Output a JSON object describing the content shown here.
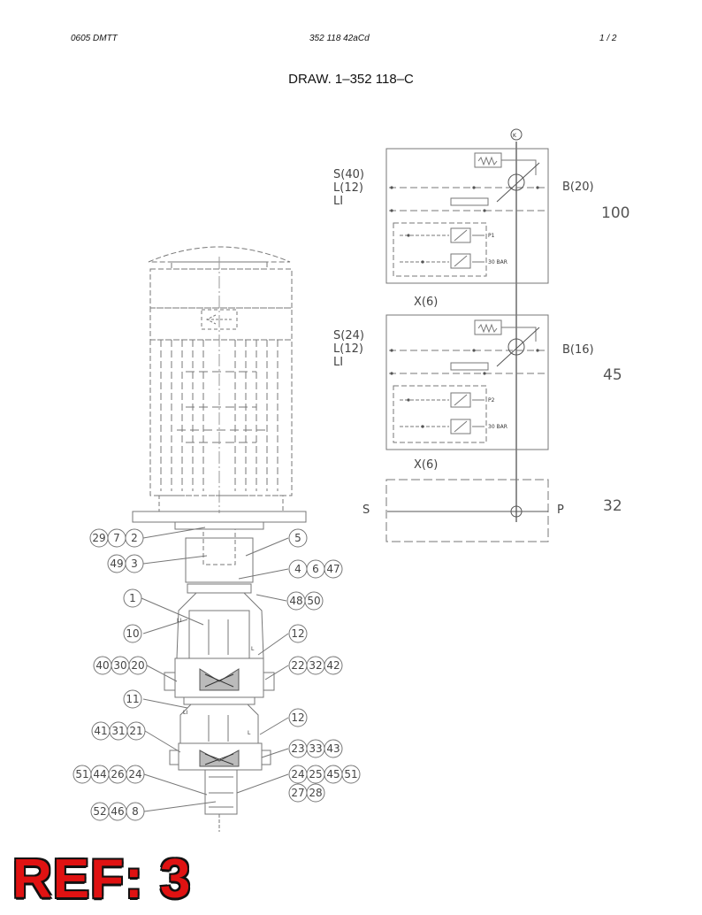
{
  "header": {
    "code_left": "0605 DMTT",
    "code_mid": "352 118 42aCd",
    "page": "1 /  2"
  },
  "title": "DRAW. 1–352 118–C",
  "schematic": {
    "sections": [
      {
        "suction": "S(40)",
        "leak": "L(12)",
        "leak2": "LI",
        "outlet": "B(20)",
        "size": "100",
        "pilot": "X(6)",
        "valve1": "P1",
        "valve2": "30 BAR"
      },
      {
        "suction": "S(24)",
        "leak": "L(12)",
        "leak2": "LI",
        "outlet": "B(16)",
        "size": "45",
        "pilot": "X(6)",
        "valve1": "P2",
        "valve2": "30 BAR"
      },
      {
        "suction": "S",
        "outlet": "P",
        "size": "32"
      }
    ],
    "top_symbol": "K"
  },
  "callouts": {
    "left": [
      [
        "29",
        "7",
        "2"
      ],
      [
        "49",
        "3"
      ],
      [
        "1"
      ],
      [
        "10"
      ],
      [
        "40",
        "30",
        "20"
      ],
      [
        "11"
      ],
      [
        "41",
        "31",
        "21"
      ],
      [
        "51",
        "44",
        "26",
        "24"
      ],
      [
        "52",
        "46",
        "8"
      ]
    ],
    "right": [
      [
        "5"
      ],
      [
        "4",
        "6",
        "47"
      ],
      [
        "48",
        "50"
      ],
      [
        "12"
      ],
      [
        "22",
        "32",
        "42"
      ],
      [
        "12"
      ],
      [
        "23",
        "33",
        "43"
      ],
      [
        "24",
        "25",
        "45",
        "51"
      ],
      [
        "27",
        "28"
      ]
    ],
    "pump_labels": [
      "LI",
      "L",
      "LI",
      "L"
    ]
  },
  "stamp": "REF: 3"
}
